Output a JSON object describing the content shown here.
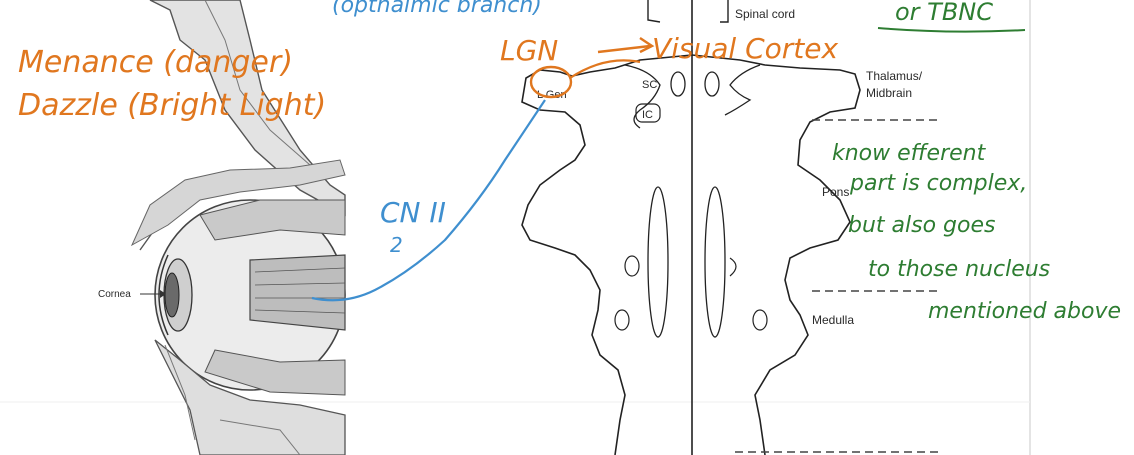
{
  "colors": {
    "orange": "#e0771f",
    "blue": "#3f8fcf",
    "green": "#2e7d32",
    "ink": "#2a2a2a",
    "divider": "#dcdcdc"
  },
  "annotations": {
    "ophthalmic": "(opthalmic branch)",
    "tbnc": "or TBNC",
    "menance": "Menance (danger)",
    "dazzle": "Dazzle (Bright Light)",
    "lgn": "LGN",
    "visual_cortex": "Visual Cortex",
    "cn2": "CN II",
    "cn2_sub": "2",
    "note_1": "know efferent",
    "note_2": "part is complex,",
    "note_3": "but also goes",
    "note_4": "to those nucleus",
    "note_5": "mentioned above"
  },
  "labels": {
    "spinal_cord": "Spinal cord",
    "thalamus": "Thalamus/",
    "midbrain": "Midbrain",
    "lgen": "L Gen",
    "sc": "SC",
    "ic": "IC",
    "pons": "Pons",
    "medulla": "Medulla",
    "cornea": "Cornea"
  }
}
